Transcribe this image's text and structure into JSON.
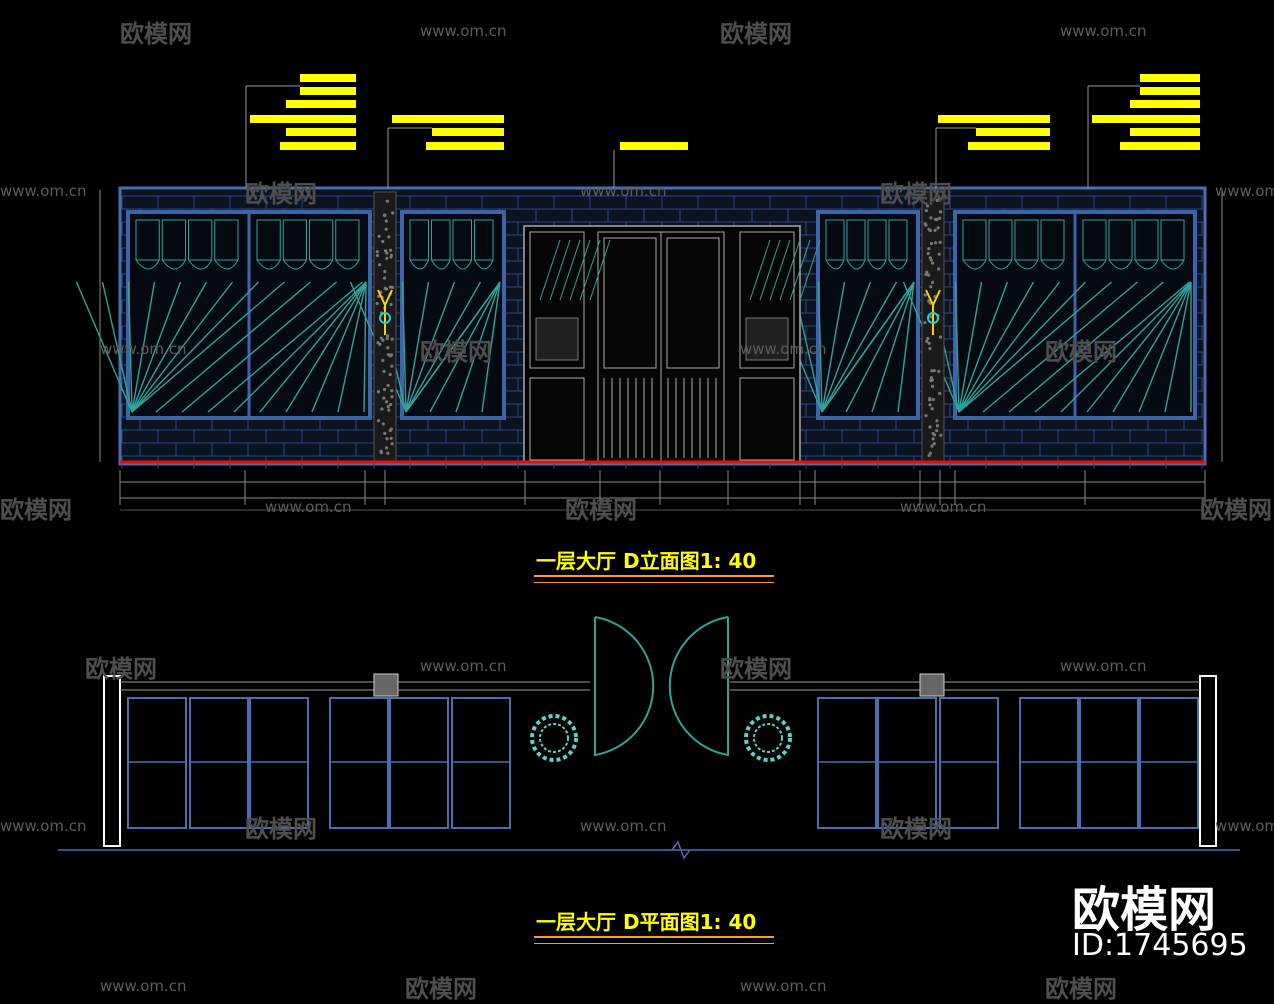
{
  "drawing": {
    "elevation_title": "一层大厅 D立面图1: 40",
    "plan_title": "一层大厅 D平面图1: 40"
  },
  "watermark": {
    "brand": "欧模网",
    "id_label": "ID:1745695",
    "site_url": "www.om.cn",
    "site_name": "欧模网"
  },
  "colors": {
    "background": "#000000",
    "wall_outline": "#4a6fb0",
    "glass_hatch": "#2fa39a",
    "floor_line": "#e01010",
    "leader_tag": "#ffff00",
    "title_text": "#ffff00",
    "title_underline": "#ff9a2a",
    "watermark": "#5c5c5c"
  }
}
